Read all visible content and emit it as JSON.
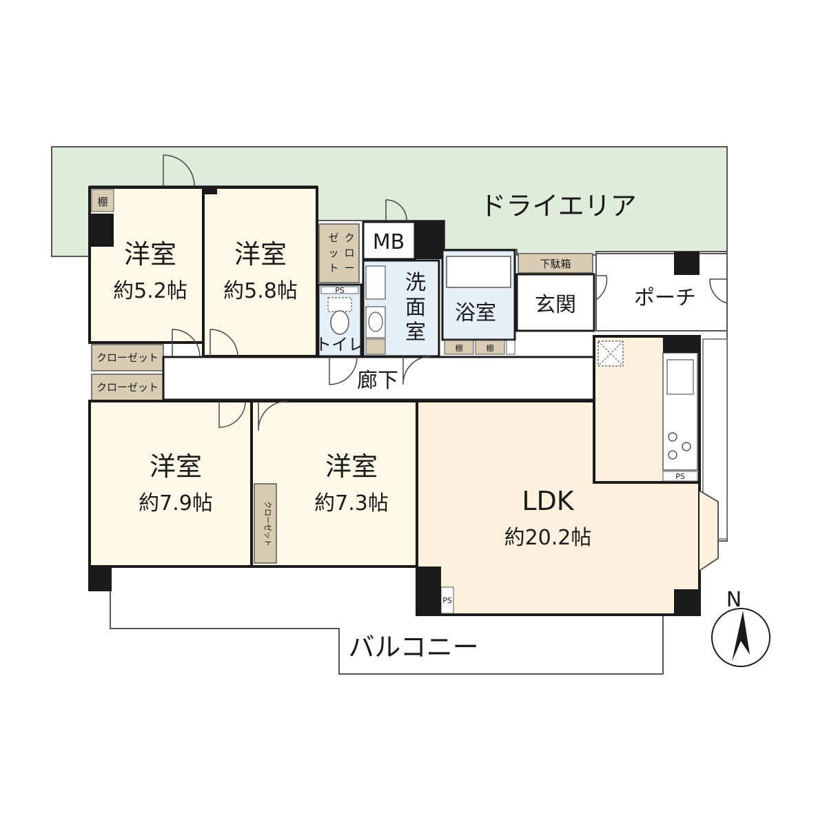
{
  "labels": {
    "dry_area": "ドライエリア",
    "porch": "ポーチ",
    "genkan": "玄関",
    "shoe_box": "下駄箱",
    "mb": "MB",
    "bath": "浴室",
    "washroom": [
      "洗",
      "面",
      "室"
    ],
    "toilet": "トイレ",
    "corridor": "廊下",
    "balcony": "バルコニー",
    "shelf": "棚",
    "ps": "PS",
    "closet": "クローゼット",
    "closet_split": [
      "クロー",
      "ゼット"
    ],
    "closet_vertical_cols": [
      [
        "ク",
        "ロ",
        "ー"
      ],
      [
        "ゼ",
        "ッ",
        "ト"
      ]
    ],
    "north": "N"
  },
  "rooms": [
    {
      "name": "洋室",
      "size": "約5.2帖"
    },
    {
      "name": "洋室",
      "size": "約5.8帖"
    },
    {
      "name": "洋室",
      "size": "約7.9帖"
    },
    {
      "name": "洋室",
      "size": "約7.3帖"
    },
    {
      "name": "LDK",
      "size": "約20.2帖"
    }
  ],
  "colors": {
    "bedroom": "#fdfbe8",
    "ldk": "#fdf0dc",
    "dry_area": "#dfecd9",
    "wet_area": "#e4eff8",
    "closet": "#d8cdb3",
    "wall": "#1a1a1a"
  }
}
